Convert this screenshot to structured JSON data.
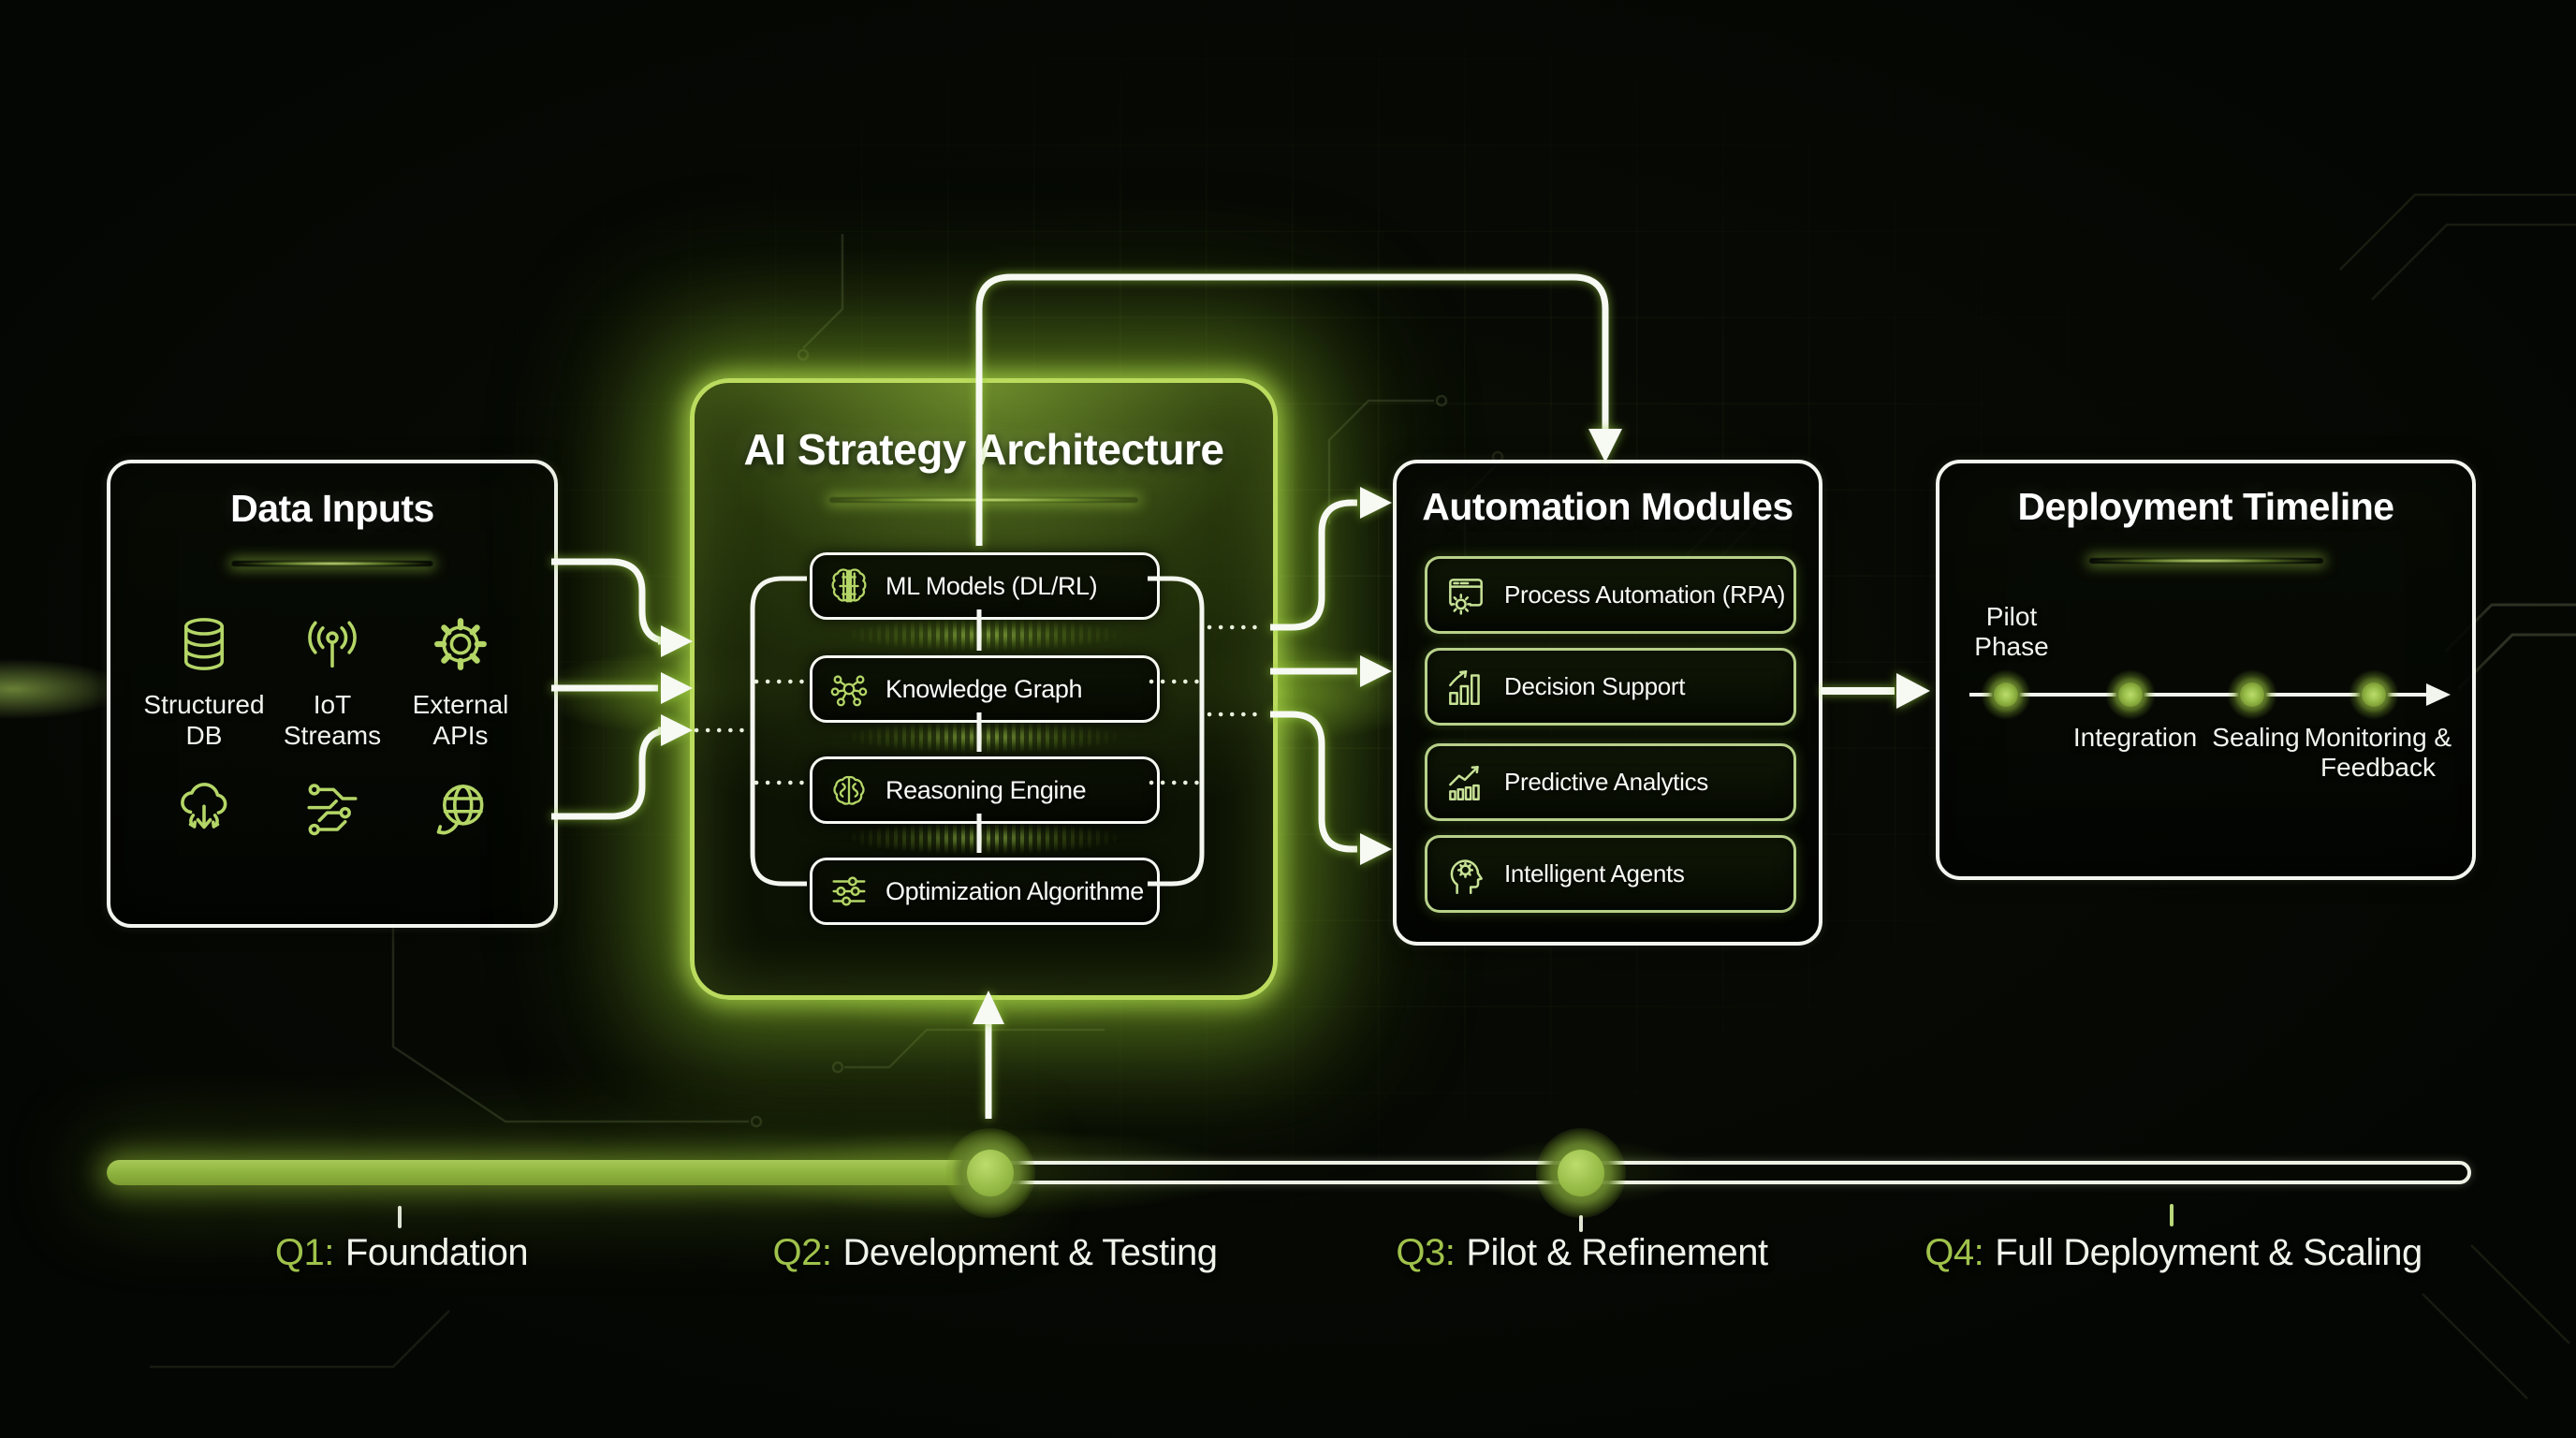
{
  "palette": {
    "accent": "#9ACD3A",
    "bar_green": "#8CB23D",
    "dot_green": "#9ABF4B",
    "dot_ring": "#55702A",
    "icon_green": "#B4D667",
    "quarter_prefix": "#9FC24B",
    "panel_border": "#F3F6EF"
  },
  "data_inputs": {
    "title": "Data Inputs",
    "sources": [
      {
        "label": "Structured DB",
        "icon": "database-icon"
      },
      {
        "label": "IoT Streams",
        "icon": "antenna-icon"
      },
      {
        "label": "External APIs",
        "icon": "gear-icon"
      }
    ],
    "extra_icons": [
      "cloud-transfer-icon",
      "circuit-icon",
      "globe-icon"
    ]
  },
  "core": {
    "title": "AI Strategy Architecture",
    "modules": [
      {
        "label": "ML Models (DL/RL)",
        "icon": "brain-circuit-icon"
      },
      {
        "label": "Knowledge Graph",
        "icon": "knowledge-graph-icon"
      },
      {
        "label": "Reasoning Engine",
        "icon": "reasoning-brain-icon"
      },
      {
        "label": "Optimization Algorithme",
        "icon": "sliders-icon"
      }
    ]
  },
  "automation": {
    "title": "Automation Modules",
    "modules": [
      {
        "label": "Process Automation (RPA)",
        "icon": "window-gear-icon"
      },
      {
        "label": "Decision Support",
        "icon": "bar-chart-arrow-icon"
      },
      {
        "label": "Predictive Analytics",
        "icon": "trend-chart-icon"
      },
      {
        "label": "Intelligent Agents",
        "icon": "head-brain-icon"
      }
    ]
  },
  "deployment": {
    "title": "Deployment Timeline",
    "milestones": [
      {
        "label": "Pilot Phase",
        "position": "above"
      },
      {
        "label": "Integration",
        "position": "below"
      },
      {
        "label": "Sealing",
        "position": "below"
      },
      {
        "label": "Monitoring & Feedback",
        "position": "below"
      }
    ]
  },
  "roadmap": {
    "quarters": [
      {
        "prefix": "Q1:",
        "label": "Foundation"
      },
      {
        "prefix": "Q2:",
        "label": "Development & Testing"
      },
      {
        "prefix": "Q3:",
        "label": "Pilot & Refinement"
      },
      {
        "prefix": "Q4:",
        "label": "Full Deployment & Scaling"
      }
    ]
  }
}
